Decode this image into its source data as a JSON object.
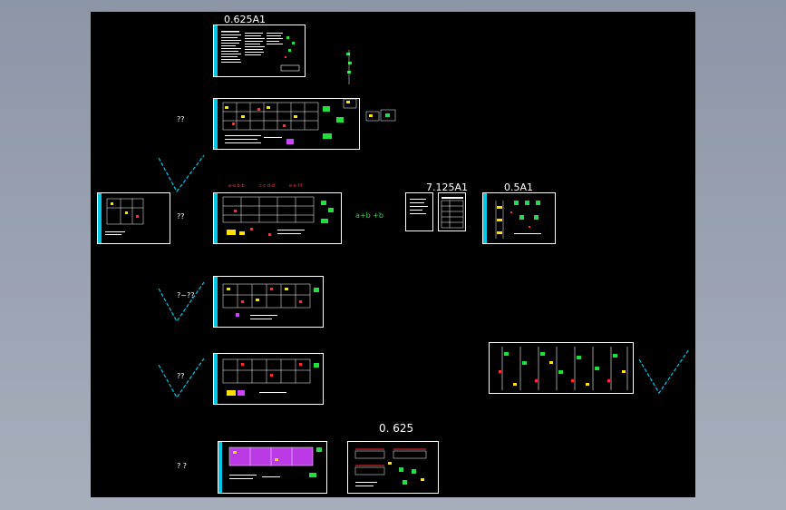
{
  "drawing": {
    "background_color": "#000000",
    "viewport_color": "#8d96a6",
    "accent_colors": {
      "title_strip": "#00c8e8",
      "check_mark": "#00c8e8",
      "annotation_green": "#20e040",
      "annotation_red": "#ff3030",
      "sheet_border": "#ffffff"
    }
  },
  "labels": {
    "scale_top": "0.625A1",
    "mark_1": "??",
    "mark_2": "??",
    "mark_3": "?~??",
    "mark_4": "??",
    "mark_5": "?  ?",
    "green_note": "a+b  +b",
    "scale_mid": "7.125A1",
    "scale_right": "0.5A1",
    "scale_bottom": "0. 625"
  },
  "red_tags": [
    "a-a  b-b",
    "c-c  d-d",
    "e-e  f-f"
  ],
  "sheets": [
    {
      "id": "design-notes",
      "content": "text"
    },
    {
      "id": "foundation-plan",
      "content": "plan"
    },
    {
      "id": "detail-left",
      "content": "plan"
    },
    {
      "id": "floor-plan-1",
      "content": "plan"
    },
    {
      "id": "cover-index",
      "content": "text"
    },
    {
      "id": "elevation-sheet",
      "content": "plan"
    },
    {
      "id": "floor-plan-2",
      "content": "plan"
    },
    {
      "id": "floor-plan-3",
      "content": "plan"
    },
    {
      "id": "column-details",
      "content": "detail"
    },
    {
      "id": "roof-plan",
      "content": "plan"
    },
    {
      "id": "section-details",
      "content": "detail"
    }
  ]
}
